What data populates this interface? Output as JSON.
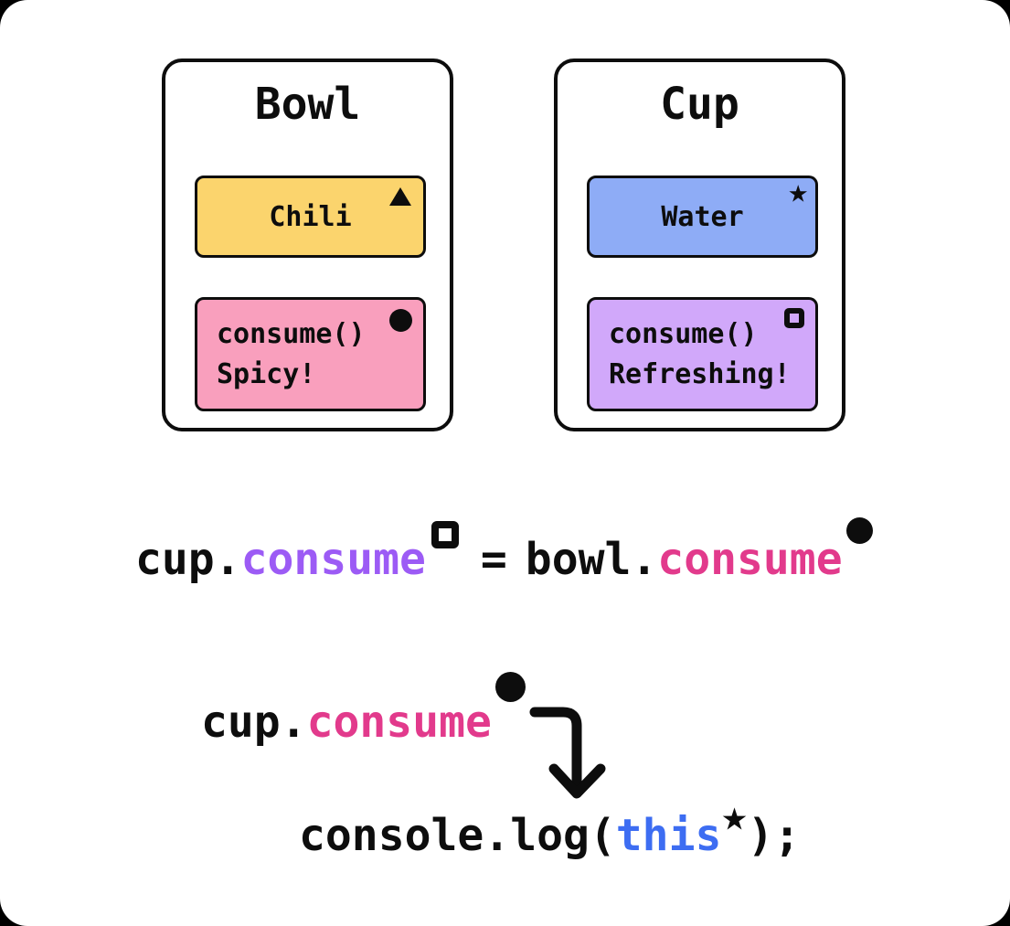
{
  "colors": {
    "background": "#000000",
    "card": "#ffffff",
    "ink": "#0d0d0d",
    "chili_yellow": "#fbd46d",
    "spicy_pink": "#f99fbd",
    "water_blue": "#8eacf6",
    "refreshing_purple": "#d1a8fa",
    "violet_text": "#9c5bf5",
    "magenta_text": "#e23a8c",
    "blue_text": "#3d6df2"
  },
  "icons": {
    "star": "★"
  },
  "bowl": {
    "title": "Bowl",
    "state": {
      "label": "Chili",
      "marker": "triangle"
    },
    "method": {
      "name": "consume()",
      "result": "Spicy!",
      "marker": "circle"
    }
  },
  "cup": {
    "title": "Cup",
    "state": {
      "label": "Water",
      "marker": "star"
    },
    "method": {
      "name": "consume()",
      "result": "Refreshing!",
      "marker": "square"
    }
  },
  "assignment": {
    "lhs_object": "cup.",
    "lhs_method": "consume",
    "operator": "=",
    "rhs_object": "bowl.",
    "rhs_method": "consume"
  },
  "call": {
    "object": "cup.",
    "method": "consume"
  },
  "log": {
    "prefix": "console.log(",
    "keyword": "this",
    "suffix": ");"
  }
}
